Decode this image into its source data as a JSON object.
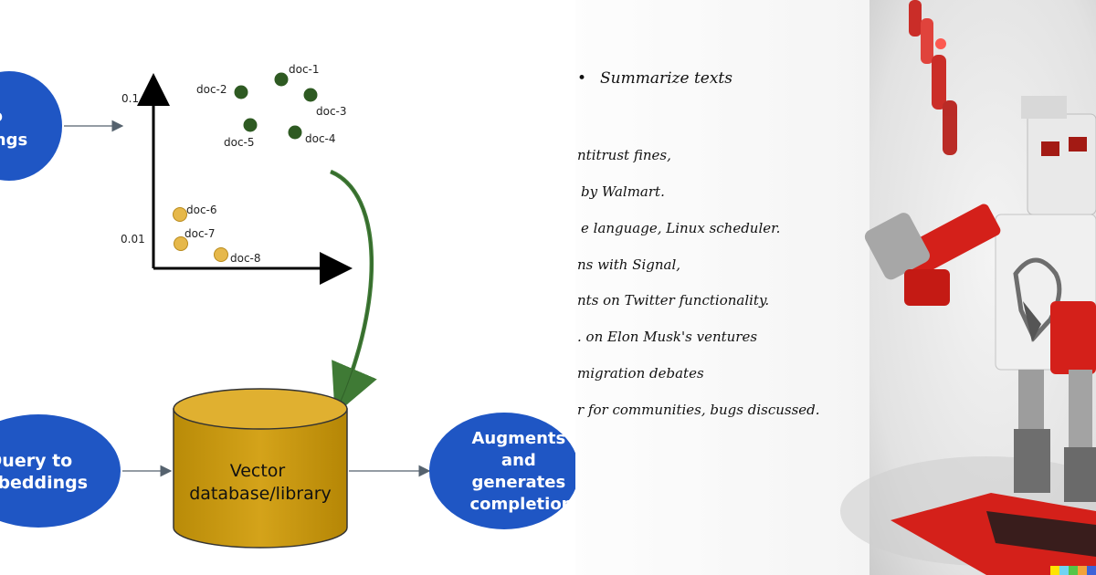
{
  "diagram": {
    "left_bubble_top": [
      "o",
      "ngs"
    ],
    "left_bubble_bottom": [
      "Query to",
      "nbeddings"
    ],
    "database": [
      "Vector",
      "database/library"
    ],
    "right_bubble": [
      "Augments",
      "and",
      "generates",
      "completion"
    ],
    "plot": {
      "y_ticks": [
        "0.1",
        "0.01"
      ],
      "docs": [
        {
          "label": "doc-1",
          "group": "green"
        },
        {
          "label": "doc-2",
          "group": "green"
        },
        {
          "label": "doc-3",
          "group": "green"
        },
        {
          "label": "doc-4",
          "group": "green"
        },
        {
          "label": "doc-5",
          "group": "green"
        },
        {
          "label": "doc-6",
          "group": "yellow"
        },
        {
          "label": "doc-7",
          "group": "yellow"
        },
        {
          "label": "doc-8",
          "group": "yellow"
        }
      ]
    }
  },
  "summary": {
    "bullet": "•",
    "title": "Summarize texts",
    "lines": [
      "ntitrust fines,",
      "by Walmart.",
      "e language, Linux scheduler.",
      "ns with Signal,",
      "nts on Twitter functionality.",
      ". on Elon Musk's ventures",
      "migration debates",
      "r for communities, bugs discussed."
    ]
  },
  "colors": {
    "bubble_blue": "#1f56c4",
    "db_gold": "#c99a10",
    "doc_green": "#2e5a22",
    "doc_yellow": "#e6b84a",
    "arrow_green": "#3f7a35",
    "robot_red": "#d4201a"
  }
}
